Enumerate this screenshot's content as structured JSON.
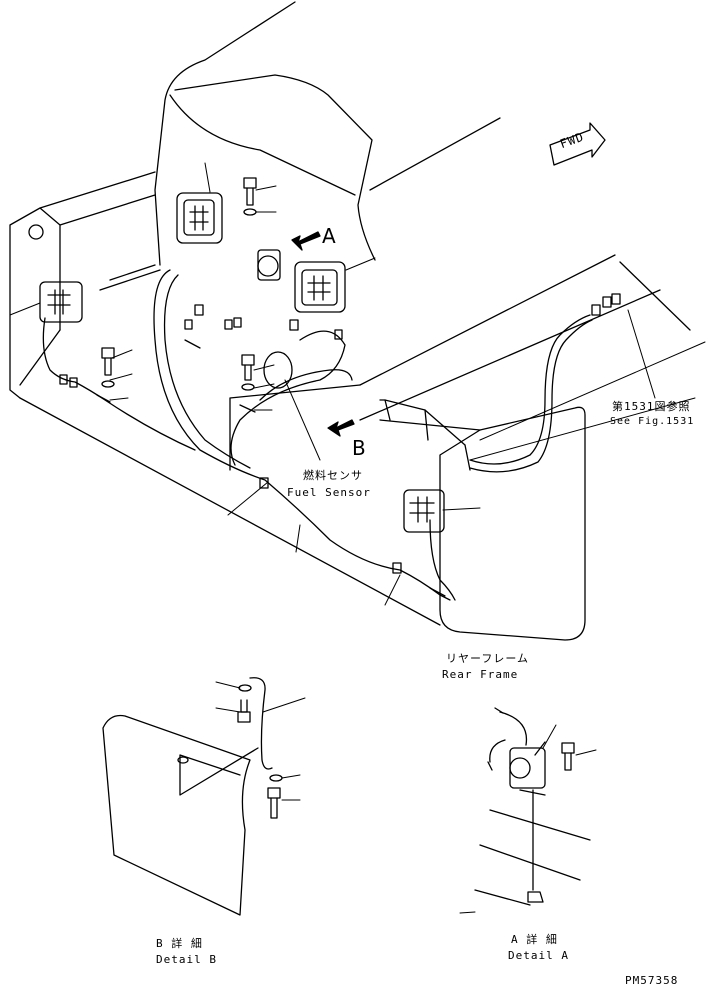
{
  "labels": {
    "view_a": "A",
    "view_b": "B",
    "fwd": "FWD",
    "fig_ref_jp": "第1531図参照",
    "fig_ref_en": "See Fig.1531",
    "fuel_sensor_jp": "燃料センサ",
    "fuel_sensor_en": "Fuel Sensor",
    "rear_frame_jp": "リヤーフレーム",
    "rear_frame_en": "Rear Frame",
    "detail_b_jp": "B 詳 細",
    "detail_b_en": "Detail B",
    "detail_a_jp": "A 詳 細",
    "detail_a_en": "Detail A",
    "drawing_no": "PM57358"
  }
}
